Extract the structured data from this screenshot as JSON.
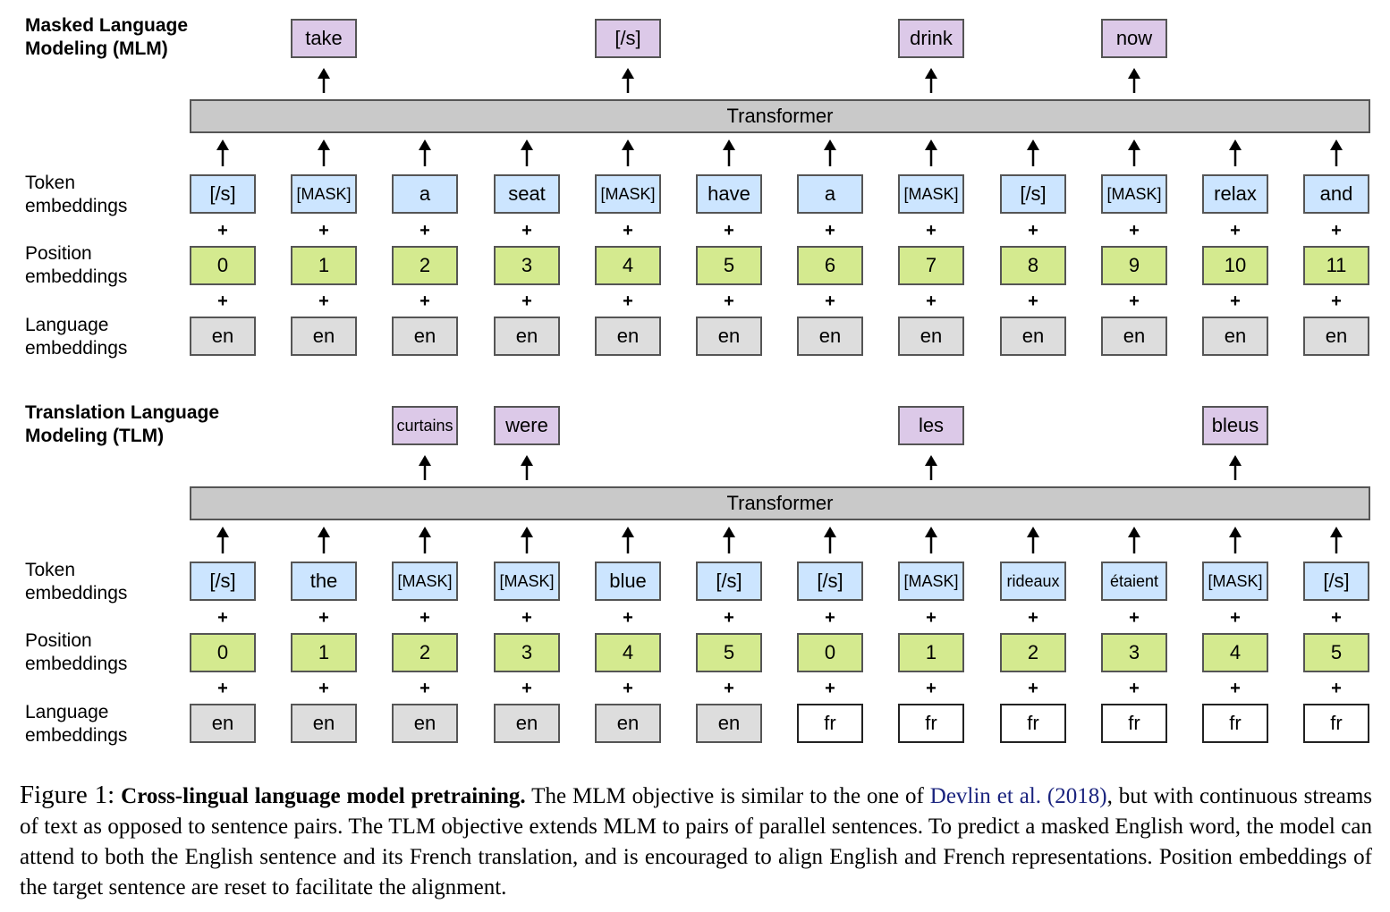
{
  "mlm": {
    "title": "Masked Language\nModeling (MLM)",
    "transformer_label": "Transformer",
    "row_labels": {
      "token": "Token\nembeddings",
      "position": "Position\nembeddings",
      "language": "Language\nembeddings"
    },
    "tokens": [
      "[/s]",
      "[MASK]",
      "a",
      "seat",
      "[MASK]",
      "have",
      "a",
      "[MASK]",
      "[/s]",
      "[MASK]",
      "relax",
      "and"
    ],
    "positions": [
      "0",
      "1",
      "2",
      "3",
      "4",
      "5",
      "6",
      "7",
      "8",
      "9",
      "10",
      "11"
    ],
    "languages": [
      "en",
      "en",
      "en",
      "en",
      "en",
      "en",
      "en",
      "en",
      "en",
      "en",
      "en",
      "en"
    ],
    "predictions": [
      {
        "column": 1,
        "label": "take"
      },
      {
        "column": 4,
        "label": "[/s]"
      },
      {
        "column": 7,
        "label": "drink"
      },
      {
        "column": 9,
        "label": "now"
      }
    ]
  },
  "tlm": {
    "title": "Translation Language\nModeling (TLM)",
    "transformer_label": "Transformer",
    "row_labels": {
      "token": "Token\nembeddings",
      "position": "Position\nembeddings",
      "language": "Language\nembeddings"
    },
    "tokens": [
      "[/s]",
      "the",
      "[MASK]",
      "[MASK]",
      "blue",
      "[/s]",
      "[/s]",
      "[MASK]",
      "rideaux",
      "étaient",
      "[MASK]",
      "[/s]"
    ],
    "positions": [
      "0",
      "1",
      "2",
      "3",
      "4",
      "5",
      "0",
      "1",
      "2",
      "3",
      "4",
      "5"
    ],
    "languages": [
      "en",
      "en",
      "en",
      "en",
      "en",
      "en",
      "fr",
      "fr",
      "fr",
      "fr",
      "fr",
      "fr"
    ],
    "predictions": [
      {
        "column": 2,
        "label": "curtains"
      },
      {
        "column": 3,
        "label": "were"
      },
      {
        "column": 7,
        "label": "les"
      },
      {
        "column": 10,
        "label": "bleus"
      }
    ]
  },
  "plus_symbol": "+",
  "caption": {
    "figure_label": "Figure 1:",
    "bold_title": "Cross-lingual language model pretraining.",
    "text_before_cite": "The MLM objective is similar to the one of",
    "citation": "Devlin et al. (2018)",
    "text_after_cite": ", but with continuous streams of text as opposed to sentence pairs. The TLM objective extends MLM to pairs of parallel sentences. To predict a masked English word, the model can attend to both the English sentence and its French translation, and is encouraged to align English and French representations. Position embeddings of the target sentence are reset to facilitate the alignment."
  },
  "colors": {
    "token": "#cce5ff",
    "position": "#d4ea8f",
    "language_en": "#dddddd",
    "language_fr": "#ffffff",
    "prediction": "#dcc9e8",
    "transformer": "#c9c9c9",
    "citation": "#1a237e"
  }
}
